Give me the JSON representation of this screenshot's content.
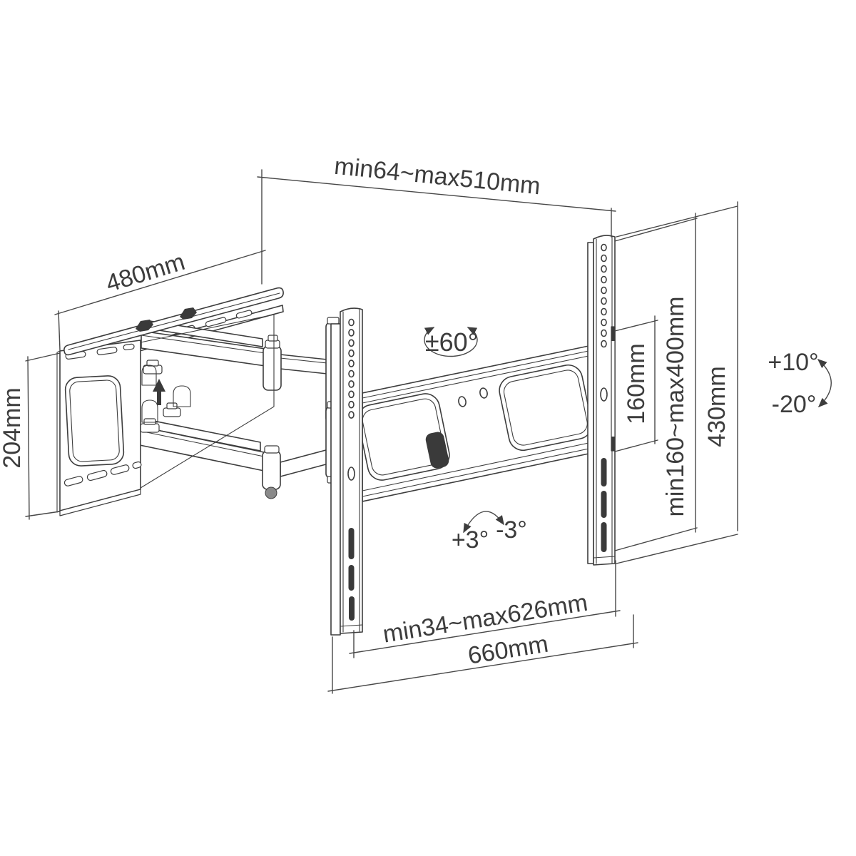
{
  "diagram": {
    "type": "technical-line-drawing",
    "subject": "Full motion TV wall mount bracket with dimension annotations",
    "colors": {
      "background": "#ffffff",
      "line": "#3d3d3d",
      "dark_detail": "#3a3a3a"
    },
    "dimensions": {
      "arm_extension_range": "min64~max510mm",
      "wall_rail_width": "480mm",
      "wall_plate_height": "204mm",
      "vesa_spacer_height": "160mm",
      "vesa_height_range": "min160~max400mm",
      "bracket_height": "430mm",
      "vesa_width_range": "min34~max626mm",
      "bracket_width": "660mm"
    },
    "angles": {
      "swivel_range": "±60°",
      "tilt_up": "+10°",
      "tilt_down": "-20°",
      "level_plus": "+3°",
      "level_minus": "-3°"
    }
  }
}
